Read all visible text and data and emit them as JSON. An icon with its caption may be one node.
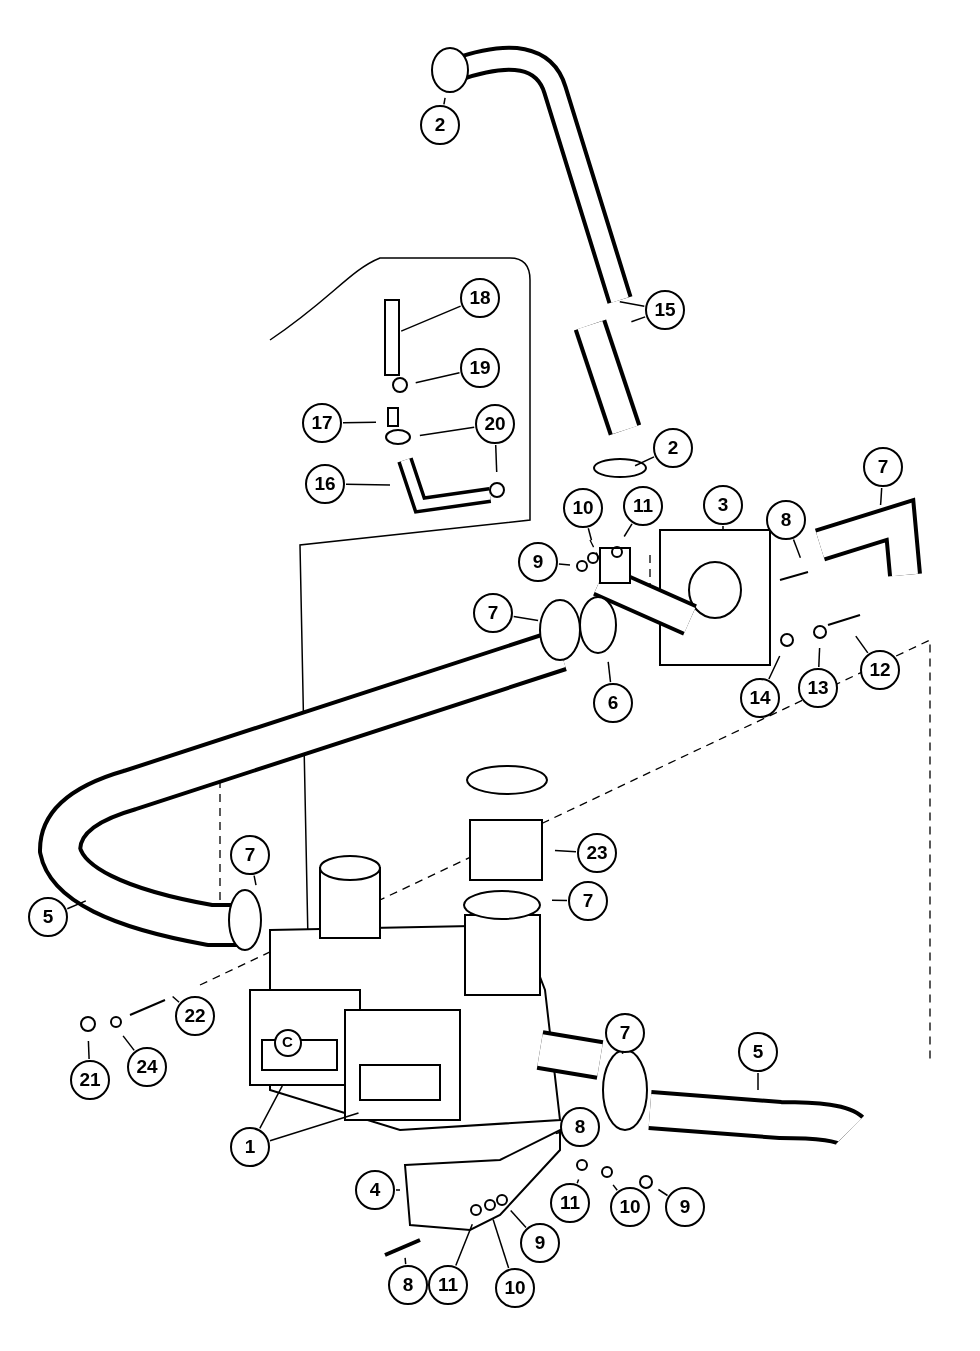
{
  "diagram": {
    "nodes": [
      {
        "text": [
          "2"
        ]
      },
      {
        "text": [
          "15"
        ]
      },
      {
        "text": [
          "18"
        ]
      },
      {
        "text": [
          "19"
        ]
      },
      {
        "text": [
          "17"
        ]
      },
      {
        "text": [
          "20"
        ]
      },
      {
        "text": [
          "16"
        ]
      },
      {
        "text": [
          "2"
        ]
      },
      {
        "text": [
          "7"
        ]
      },
      {
        "text": [
          "10"
        ]
      },
      {
        "text": [
          "11"
        ]
      },
      {
        "text": [
          "9"
        ]
      },
      {
        "text": [
          "3"
        ]
      },
      {
        "text": [
          "8"
        ]
      },
      {
        "text": [
          "7"
        ]
      },
      {
        "text": [
          "6"
        ]
      },
      {
        "text": [
          "14"
        ]
      },
      {
        "text": [
          "13"
        ]
      },
      {
        "text": [
          "12"
        ]
      },
      {
        "text": [
          "7"
        ]
      },
      {
        "text": [
          "23"
        ]
      },
      {
        "text": [
          "7"
        ]
      },
      {
        "text": [
          "5"
        ]
      },
      {
        "text": [
          "22"
        ]
      },
      {
        "text": [
          "24"
        ]
      },
      {
        "text": [
          "21"
        ]
      },
      {
        "text": [
          "7"
        ]
      },
      {
        "text": [
          "5"
        ]
      },
      {
        "text": [
          "1"
        ]
      },
      {
        "text": [
          "8"
        ]
      },
      {
        "text": [
          "4"
        ]
      },
      {
        "text": [
          "11"
        ]
      },
      {
        "text": [
          "10"
        ]
      },
      {
        "text": [
          "9"
        ]
      },
      {
        "text": [
          "9"
        ]
      },
      {
        "text": [
          "11"
        ]
      },
      {
        "text": [
          "10"
        ]
      },
      {
        "text": [
          "8"
        ]
      }
    ],
    "edges": [
      {
        "from": 0,
        "to": null,
        "arrow": "none"
      },
      {
        "from": 1,
        "to": null,
        "arrow": "none"
      },
      {
        "from": 1,
        "to": null,
        "arrow": "none"
      },
      {
        "from": 2,
        "to": null,
        "arrow": "none"
      },
      {
        "from": 3,
        "to": null,
        "arrow": "none"
      },
      {
        "from": 4,
        "to": null,
        "arrow": "none"
      },
      {
        "from": 5,
        "to": null,
        "arrow": "none"
      },
      {
        "from": 5,
        "to": null,
        "arrow": "none"
      },
      {
        "from": 6,
        "to": null,
        "arrow": "none"
      },
      {
        "from": 7,
        "to": null,
        "arrow": "none"
      },
      {
        "from": 8,
        "to": null,
        "arrow": "none"
      },
      {
        "from": 9,
        "to": null,
        "arrow": "none"
      },
      {
        "from": 10,
        "to": null,
        "arrow": "none"
      },
      {
        "from": 11,
        "to": null,
        "arrow": "none"
      },
      {
        "from": 12,
        "to": null,
        "arrow": "none"
      },
      {
        "from": 13,
        "to": null,
        "arrow": "none"
      },
      {
        "from": 14,
        "to": null,
        "arrow": "none"
      },
      {
        "from": 15,
        "to": null,
        "arrow": "none"
      },
      {
        "from": 16,
        "to": null,
        "arrow": "none"
      },
      {
        "from": 17,
        "to": null,
        "arrow": "none"
      },
      {
        "from": 18,
        "to": null,
        "arrow": "none"
      },
      {
        "from": 19,
        "to": null,
        "arrow": "none"
      },
      {
        "from": 20,
        "to": null,
        "arrow": "none"
      },
      {
        "from": 21,
        "to": null,
        "arrow": "none"
      },
      {
        "from": 22,
        "to": null,
        "arrow": "none"
      },
      {
        "from": 23,
        "to": null,
        "arrow": "none"
      },
      {
        "from": 24,
        "to": null,
        "arrow": "none"
      },
      {
        "from": 25,
        "to": null,
        "arrow": "none"
      },
      {
        "from": 26,
        "to": null,
        "arrow": "none"
      },
      {
        "from": 27,
        "to": null,
        "arrow": "none"
      },
      {
        "from": 28,
        "to": null,
        "arrow": "none"
      },
      {
        "from": 28,
        "to": null,
        "arrow": "none"
      },
      {
        "from": 29,
        "to": null,
        "arrow": "none"
      },
      {
        "from": 30,
        "to": null,
        "arrow": "none"
      },
      {
        "from": 31,
        "to": null,
        "arrow": "none"
      },
      {
        "from": 32,
        "to": null,
        "arrow": "none"
      },
      {
        "from": 33,
        "to": null,
        "arrow": "none"
      },
      {
        "from": 34,
        "to": null,
        "arrow": "none"
      },
      {
        "from": 35,
        "to": null,
        "arrow": "none"
      },
      {
        "from": 36,
        "to": null,
        "arrow": "none"
      },
      {
        "from": 37,
        "to": null,
        "arrow": "none"
      }
    ],
    "labels": [
      "C"
    ]
  }
}
